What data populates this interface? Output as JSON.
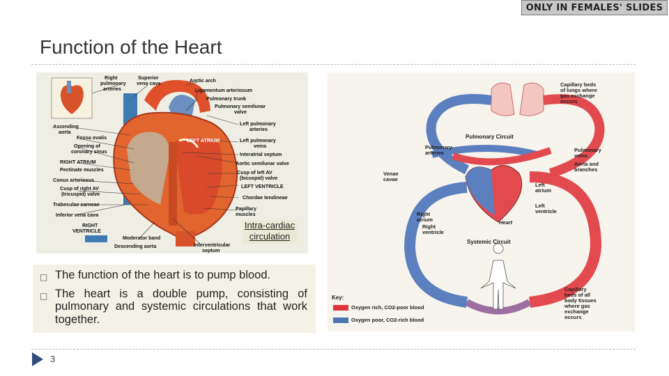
{
  "badge": "ONLY IN FEMALES' SLIDES",
  "title": "Function of the Heart",
  "heart_figure": {
    "caption": "Intra-cardiac circulation",
    "labels": {
      "right_pulmonary_arteries": "Right pulmonary arteries",
      "superior_vena_cava": "Superior vena cava",
      "aortic_arch": "Aortic arch",
      "ligamentum_arteriosum": "Ligamentum arteriosum",
      "pulmonary_trunk": "Pulmonary trunk",
      "pulmonary_semilunar_valve": "Pulmonary semilunar valve",
      "ascending_aorta": "Ascending aorta",
      "fossa_ovalis": "Fossa ovalis",
      "coronary_sinus": "Opening of coronary sinus",
      "left_pulmonary_arteries": "Left pulmonary arteries",
      "left_atrium": "LEFT ATRIUM",
      "left_pulmonary_veins": "Left pulmonary veins",
      "right_atrium": "RIGHT ATRIUM",
      "interatrial_septum": "Interatrial septum",
      "pectinate_muscles": "Pectinate muscles",
      "aortic_semilunar_valve": "Aortic semilunar valve",
      "conus_arteriosus": "Conus arteriosus",
      "cusp_left_av": "Cusp of left AV (bicuspid) valve",
      "cusp_right_av": "Cusp of right AV (tricuspid) valve",
      "left_ventricle": "LEFT VENTRICLE",
      "chordae_tendineae": "Chordae tendineae",
      "trabeculae_carneae": "Trabeculae carneae",
      "papillary_muscles": "Papillary muscles",
      "inferior_vena_cava": "Inferior vena cava",
      "right_ventricle": "RIGHT VENTRICLE",
      "moderator_band": "Moderator band",
      "descending_aorta": "Descending aorta",
      "interventricular_septum": "Interventricular septum"
    }
  },
  "bullets": [
    "The function of the heart is to pump blood.",
    "The heart is a double pump,  consisting of pulmonary and systemic circulations that work together."
  ],
  "circulation_figure": {
    "labels": {
      "capillary_lungs": "Capillary beds of lungs where gas exchange occurs",
      "pulmonary_circuit": "Pulmonary Circuit",
      "pulmonary_arteries": "Pulmonary arteries",
      "pulmonary_veins": "Pulmonary veins",
      "aorta_branches": "Aorta and branches",
      "venae_cavae": "Venae cavae",
      "left_atrium": "Left atrium",
      "left_ventricle": "Left ventricle",
      "right_atrium": "Right atrium",
      "right_ventricle": "Right ventricle",
      "heart": "Heart",
      "systemic_circuit": "Systemic Circuit",
      "capillary_body": "Capillary beds of all body tissues where gas exchange occurs",
      "key": "Key:",
      "oxygen_rich": "Oxygen rich, CO2-poor blood",
      "oxygen_poor": "Oxygen poor, CO2-rich blood"
    },
    "colors": {
      "oxygen_rich": "#e0323a",
      "oxygen_poor": "#4f73b5"
    }
  },
  "page_number": "3"
}
